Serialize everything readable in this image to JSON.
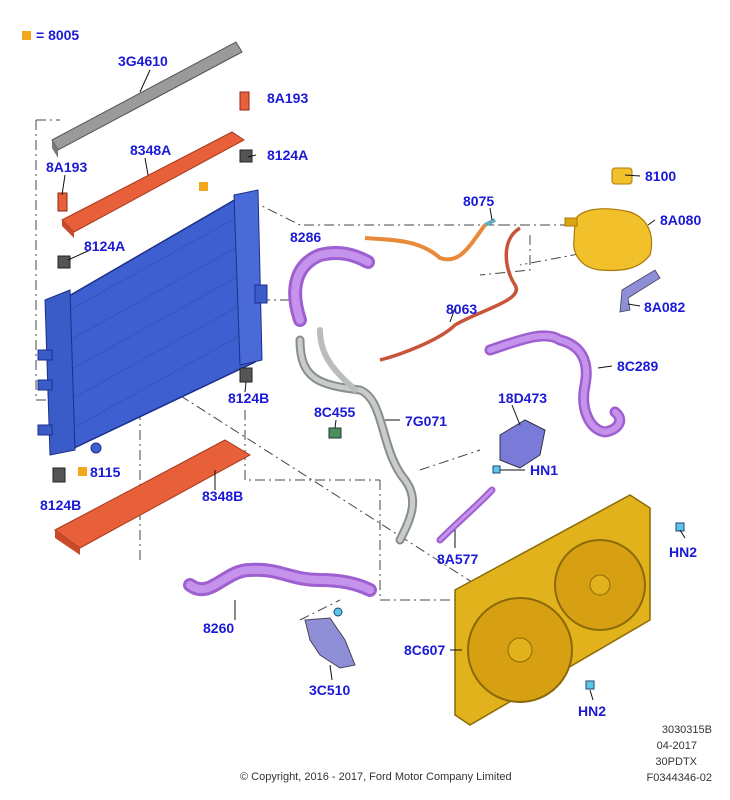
{
  "legend": {
    "equals_label": "= 8005",
    "color": "#f2a81a"
  },
  "labels": {
    "p3G4610": "3G4610",
    "p8A193_top": "8A193",
    "p8A193_left": "8A193",
    "p8348A": "8348A",
    "p8124A_top": "8124A",
    "p8124A_left": "8124A",
    "p8100": "8100",
    "p8075": "8075",
    "p8A080": "8A080",
    "p8286": "8286",
    "p8063": "8063",
    "p8A082": "8A082",
    "p8C289": "8C289",
    "p8124B_mid": "8124B",
    "p8124B_left": "8124B",
    "p18D473": "18D473",
    "p8C455": "8C455",
    "p7G071": "7G071",
    "p8115": "8115",
    "pHN1": "HN1",
    "p8348B": "8348B",
    "p8A577": "8A577",
    "pHN2_right": "HN2",
    "pHN2_bottom": "HN2",
    "p8260": "8260",
    "p8C607": "8C607",
    "p3C510": "3C510"
  },
  "info": {
    "code": "3030315B",
    "date": "04-2017",
    "model": "30PDTX",
    "ref": "F0344346-02",
    "copyright": "© Copyright, 2016 - 2017, Ford Motor Company Limited"
  },
  "colors": {
    "label": "#1a1ad6",
    "radiator": "#3d5fd0",
    "shield": "#e8603a",
    "hose_purple": "#b57be0",
    "fan_shroud": "#e2b21c",
    "reservoir": "#f2c02a",
    "hose_gray": "#b9bdbd",
    "hose_orange": "#e98a3a",
    "bracket": "#8f8fd8"
  }
}
